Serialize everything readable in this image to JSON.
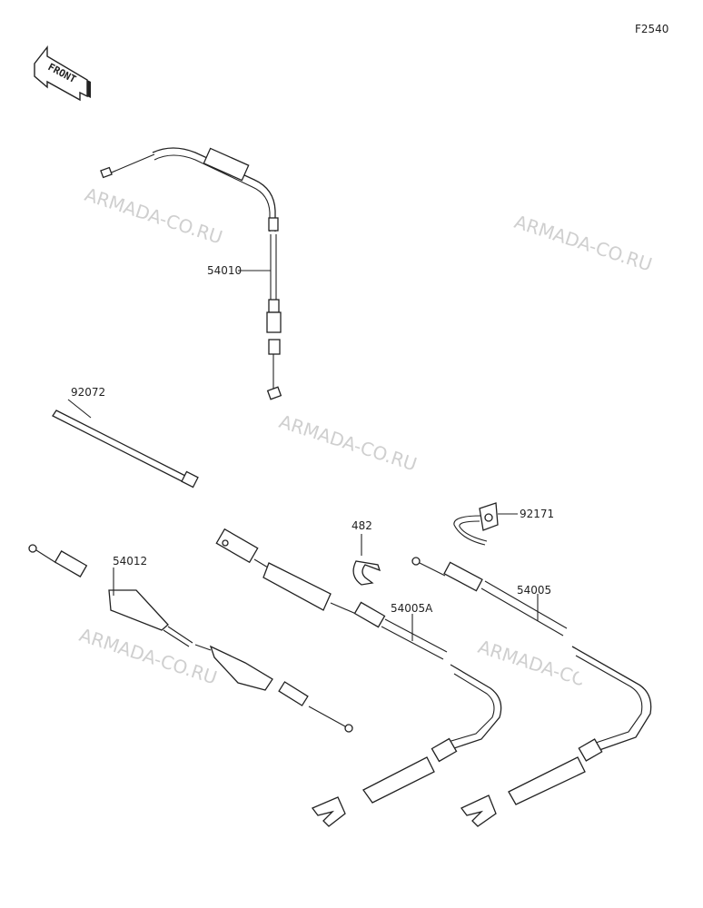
{
  "figure_code": "F2540",
  "front_badge": "FRONT",
  "watermark_text": "ARMADA-CO.RU",
  "parts": {
    "p54010": "54010",
    "p92072": "92072",
    "p482": "482",
    "p92171": "92171",
    "p54012": "54012",
    "p54005A": "54005A",
    "p54005": "54005"
  },
  "colors": {
    "ink": "#222222",
    "watermark": "#cfcfcf",
    "background": "#ffffff"
  }
}
